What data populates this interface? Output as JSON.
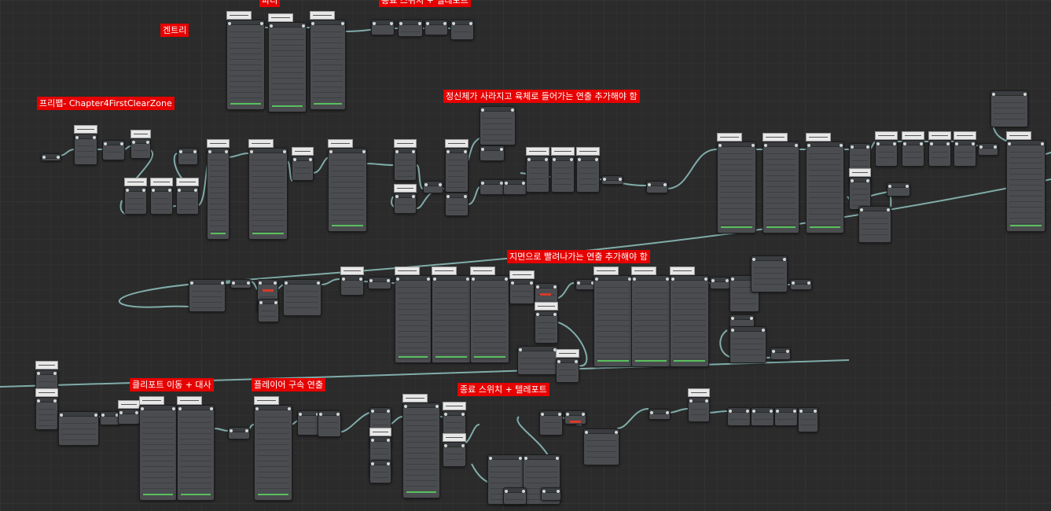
{
  "comments": [
    {
      "id": "c-top1",
      "text": "파티"
    },
    {
      "id": "c-top2",
      "text": "종료 스위치 + 텔레포트"
    },
    {
      "id": "c-gentry",
      "text": "겐트리"
    },
    {
      "id": "c-prefab",
      "text": "프리팹- Chapter4FirstClearZone"
    },
    {
      "id": "c-spirit",
      "text": "정신체가 사라지고 육체로 들어가는 연출 추가해야 함"
    },
    {
      "id": "c-ground",
      "text": "지면으로 빨려나가는 연출 추가해야 함"
    },
    {
      "id": "c-cliport",
      "text": "클리포트 이동 + 대사"
    },
    {
      "id": "c-player",
      "text": "플레이어 구속 연출"
    },
    {
      "id": "c-end",
      "text": "종료 스위치 + 텔레포트"
    }
  ],
  "colors": {
    "background": "#2b2b2b",
    "node": "#4a4c50",
    "wire": "#8fc3bf",
    "comment": "#e60000",
    "accent": "#58c05c"
  }
}
